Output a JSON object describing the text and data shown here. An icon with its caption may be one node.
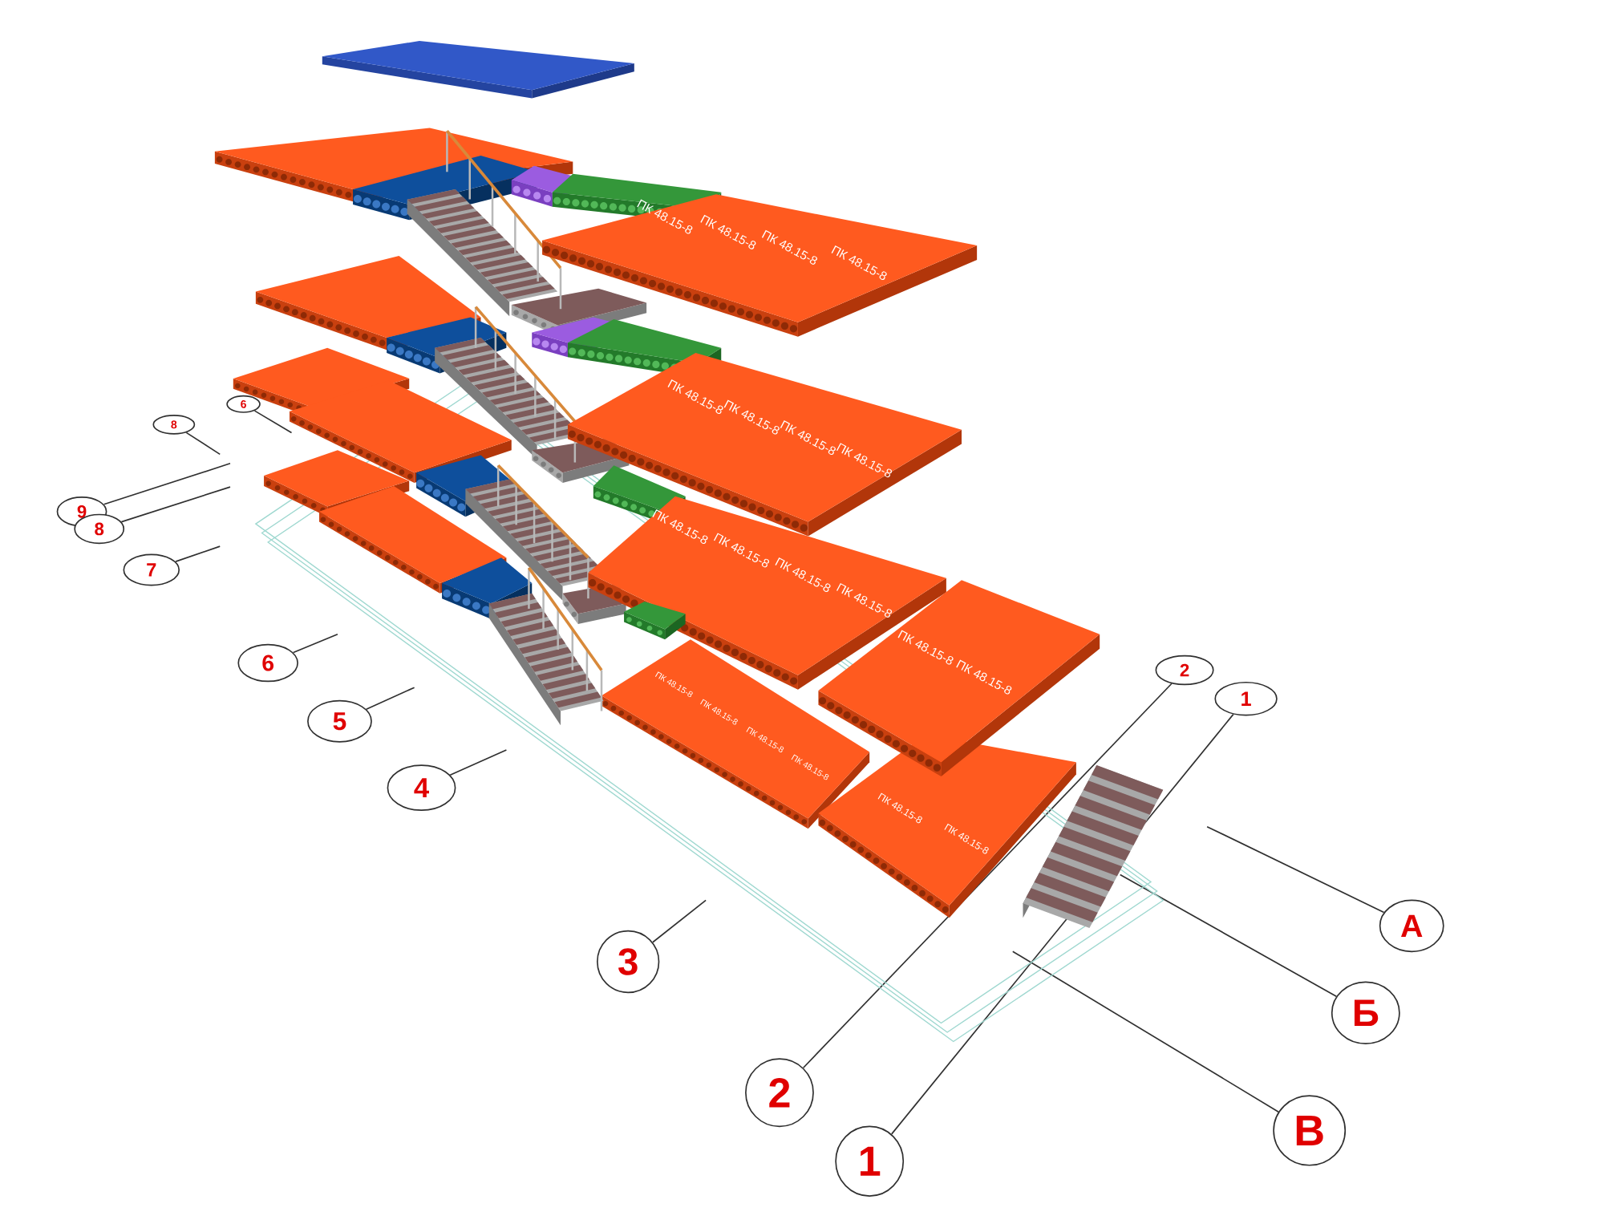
{
  "diagram": {
    "nodes": [
      {
        "text": [
          "6"
        ]
      },
      {
        "text": [
          "8"
        ]
      },
      {
        "text": [
          "9"
        ]
      },
      {
        "text": [
          "8"
        ]
      },
      {
        "text": [
          "7"
        ]
      },
      {
        "text": [
          "6"
        ]
      },
      {
        "text": [
          "2"
        ]
      },
      {
        "text": [
          "1"
        ]
      },
      {
        "text": [
          "5"
        ]
      },
      {
        "text": [
          "4"
        ]
      },
      {
        "text": [
          "А"
        ]
      },
      {
        "text": [
          "3"
        ]
      },
      {
        "text": [
          "Б"
        ]
      },
      {
        "text": [
          "2"
        ]
      },
      {
        "text": [
          "В"
        ]
      },
      {
        "text": [
          "1"
        ]
      }
    ],
    "edges": [
      {
        "from": 0,
        "to": null,
        "arrow": "none"
      },
      {
        "from": 1,
        "to": null,
        "arrow": "none"
      },
      {
        "from": 2,
        "to": null,
        "arrow": "none"
      },
      {
        "from": 3,
        "to": null,
        "arrow": "none"
      },
      {
        "from": 4,
        "to": null,
        "arrow": "none"
      },
      {
        "from": 5,
        "to": null,
        "arrow": "none"
      },
      {
        "from": 8,
        "to": null,
        "arrow": "none"
      },
      {
        "from": 9,
        "to": null,
        "arrow": "none"
      },
      {
        "from": 13,
        "to": 6,
        "arrow": "none"
      },
      {
        "from": 15,
        "to": 7,
        "arrow": "none"
      },
      {
        "from": 11,
        "to": null,
        "arrow": "none"
      },
      {
        "from": 10,
        "to": null,
        "arrow": "none"
      },
      {
        "from": 12,
        "to": null,
        "arrow": "none"
      },
      {
        "from": 14,
        "to": null,
        "arrow": "none"
      }
    ],
    "labels": [
      "ПК 48.15-8",
      "ПК 48.15-8",
      "ПК 48.15-8",
      "ПК 48.15-8",
      "ПК 48.15-8",
      "ПК 48.15-8",
      "ПК 48.15-8",
      "ПК 48.15-8",
      "ПК 48.15-8",
      "ПК 48.15-8",
      "ПК 48.15-8",
      "ПК 48.15-8",
      "ПК 48.15-8",
      "ПК 48.15-8",
      "ПК 48.15-8",
      "ПК 48.15-8",
      "ПК 48.15-8",
      "ПК 48.15-8",
      "ПК 48.15-8",
      "ПК 48.15-8"
    ]
  }
}
